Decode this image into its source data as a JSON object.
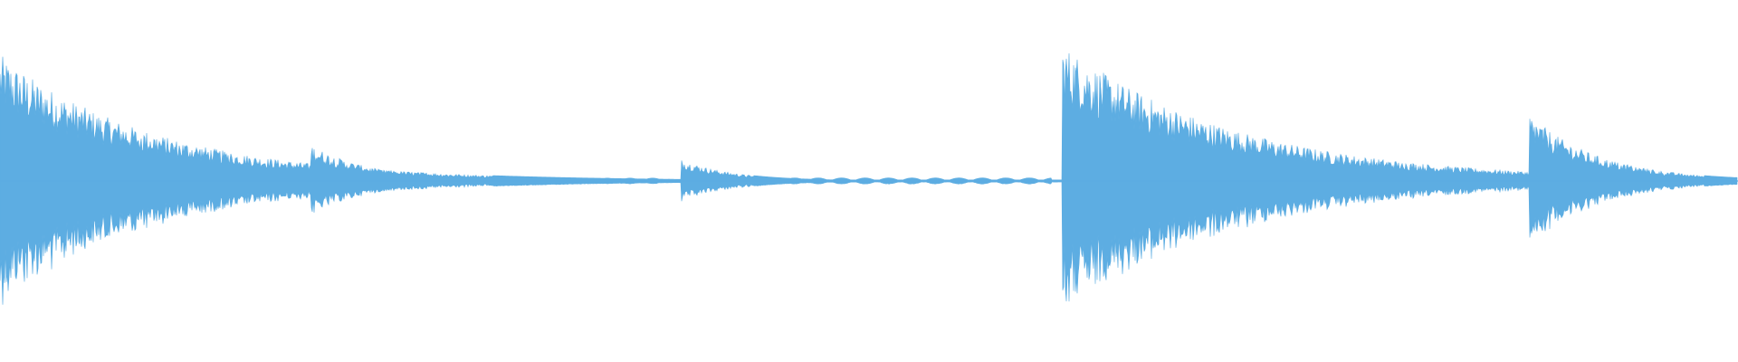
{
  "waveform": {
    "color": "#5dade2",
    "background": "#ffffff",
    "onsets": [
      {
        "time": 0.0,
        "amplitude": 0.7,
        "decay": 0.09
      },
      {
        "time": 0.08,
        "amplitude": 0.11,
        "decay": 0.04
      },
      {
        "time": 0.179,
        "amplitude": 0.2,
        "decay": 0.035
      },
      {
        "time": 0.392,
        "amplitude": 0.12,
        "decay": 0.03
      },
      {
        "time": 0.611,
        "amplitude": 0.76,
        "decay": 0.1
      },
      {
        "time": 0.806,
        "amplitude": 0.04,
        "decay": 0.01
      },
      {
        "time": 0.88,
        "amplitude": 0.37,
        "decay": 0.04
      },
      {
        "time": 0.941,
        "amplitude": 0.05,
        "decay": 0.02
      }
    ],
    "sustain_lobes": [
      {
        "start": 0.1,
        "end": 0.175,
        "spacing": 0.011,
        "amplitude": 0.018
      },
      {
        "start": 0.2,
        "end": 0.385,
        "spacing": 0.013,
        "amplitude": 0.016
      },
      {
        "start": 0.41,
        "end": 0.605,
        "spacing": 0.0135,
        "amplitude": 0.017
      },
      {
        "start": 0.74,
        "end": 0.8,
        "spacing": 0.012,
        "amplitude": 0.02
      },
      {
        "start": 0.81,
        "end": 0.875,
        "spacing": 0.012,
        "amplitude": 0.008
      }
    ],
    "baseline_amplitude": 0.006,
    "tail_amplitude": 0.02
  }
}
